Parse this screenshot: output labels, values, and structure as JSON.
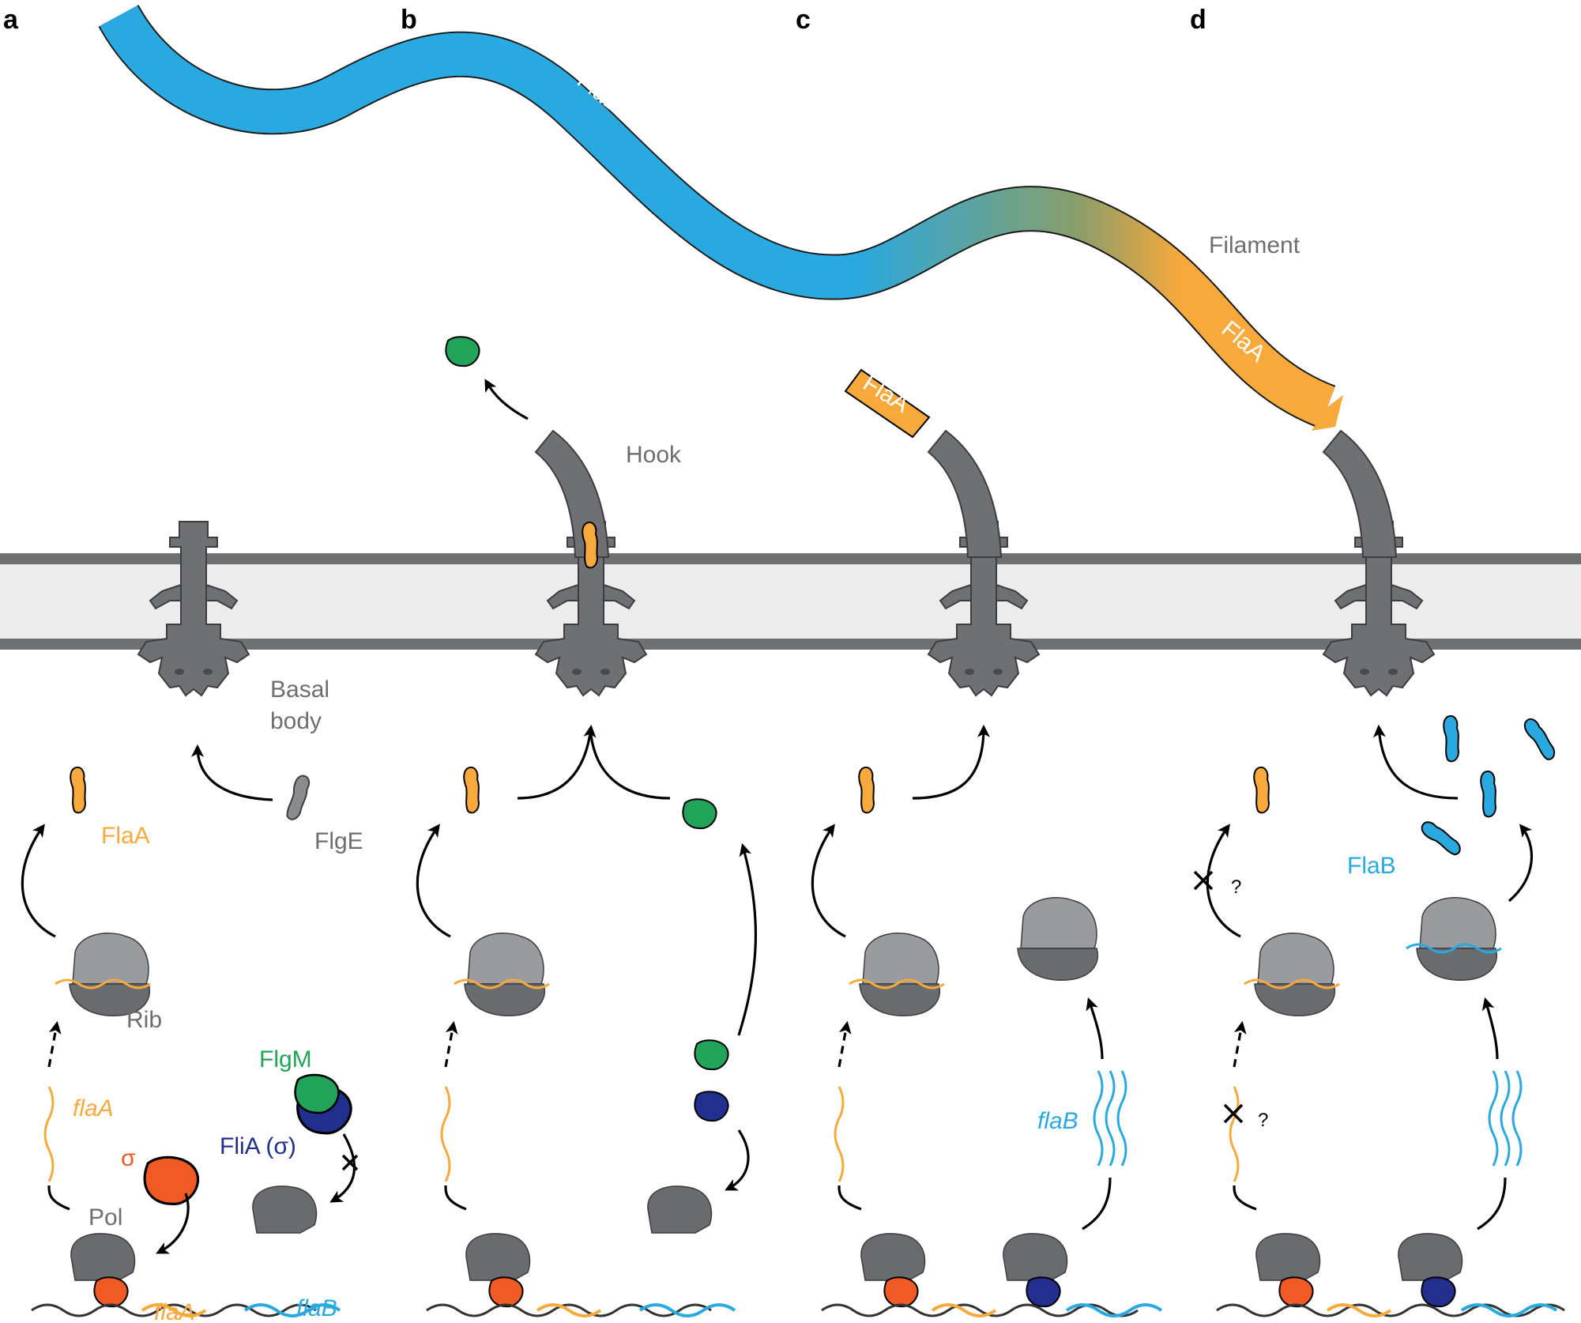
{
  "panels": [
    "a",
    "b",
    "c",
    "d"
  ],
  "labels": {
    "flab_filament": "FlaB",
    "filament": "Filament",
    "hook": "Hook",
    "basal_body_1": "Basal",
    "basal_body_2": "body",
    "flaA_protein": "FlaA",
    "flgE": "FlgE",
    "rib": "Rib",
    "flgM": "FlgM",
    "fliA": "FliA (σ)",
    "sigma": "σ",
    "pol": "Pol",
    "flaA_gene": "flaA",
    "flaB_gene": "flaB",
    "flaA_mrna": "flaA",
    "flaB_mrna": "flaB",
    "flaA_cap_c": "FlaA",
    "flaA_cap_d": "FlaA",
    "flaB_protein_d": "FlaB",
    "question_1": "?",
    "question_2": "?"
  },
  "colors": {
    "flaA": "#f7a93b",
    "flaB": "#29a9e0",
    "flgM": "#22a35a",
    "fliA": "#232f8e",
    "sigma": "#f05a24",
    "structure": "#6f7073",
    "ribosome_top": "#9a9b9e",
    "ribosome_bottom": "#6a6b6e",
    "membrane_fill": "#ececec"
  }
}
